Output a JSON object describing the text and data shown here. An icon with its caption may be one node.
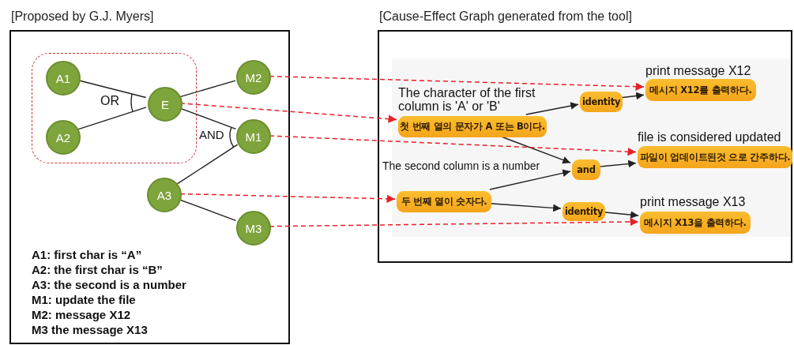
{
  "diagram": {
    "nodes": [
      {
        "text": [
          "[Proposed by G.J. Myers]"
        ]
      },
      {
        "text": [],
        "shape": "box",
        "in": 0
      },
      {
        "text": [
          "A1"
        ],
        "in": 1
      },
      {
        "text": [
          "A2"
        ],
        "in": 1
      },
      {
        "text": [
          "E"
        ],
        "in": 1
      },
      {
        "text": [
          "M2"
        ],
        "in": 0
      },
      {
        "text": [
          "M1"
        ],
        "in": 0
      },
      {
        "text": [
          "A3"
        ],
        "in": 0
      },
      {
        "text": [
          "M3"
        ],
        "in": 0
      },
      {
        "text": [
          "[Cause-Effect Graph generated from the tool]"
        ]
      },
      {
        "text": [
          "첫 번째 열의 문자가 A 또는 B이다."
        ],
        "beside": [
          "The character of the first column is 'A' or 'B'"
        ],
        "in": 9
      },
      {
        "text": [
          "두 번째 열이 숫자다."
        ],
        "beside": [
          "The second column is a number"
        ],
        "in": 9
      },
      {
        "text": [
          "identity"
        ],
        "in": 9
      },
      {
        "text": [
          "and"
        ],
        "in": 9
      },
      {
        "text": [
          "identity"
        ],
        "in": 9
      },
      {
        "text": [
          "메시지 X12를 출력하다."
        ],
        "beside": [
          "print message X12"
        ],
        "in": 9
      },
      {
        "text": [
          "파일이 업데이트된것 으로 간주하다."
        ],
        "beside": [
          "file is considered updated"
        ],
        "in": 9
      },
      {
        "text": [
          "메시지 X13을 출력하다."
        ],
        "beside": [
          "print message X13"
        ],
        "in": 9
      }
    ],
    "edges": [
      {
        "from": 2,
        "to": 4,
        "arrow": "none"
      },
      {
        "from": 3,
        "to": 4,
        "arrow": "none"
      },
      {
        "from": 4,
        "to": 5,
        "arrow": "none"
      },
      {
        "from": 4,
        "to": 6,
        "arrow": "none"
      },
      {
        "from": 7,
        "to": 6,
        "arrow": "none"
      },
      {
        "from": 7,
        "to": 8,
        "arrow": "none"
      },
      {
        "from": 10,
        "to": 12,
        "arrow": "to"
      },
      {
        "from": 10,
        "to": 13,
        "arrow": "to"
      },
      {
        "from": 11,
        "to": 13,
        "arrow": "to"
      },
      {
        "from": 11,
        "to": 14,
        "arrow": "to"
      },
      {
        "from": 12,
        "to": 15,
        "arrow": "to"
      },
      {
        "from": 13,
        "to": 16,
        "arrow": "to"
      },
      {
        "from": 14,
        "to": 17,
        "arrow": "to"
      },
      {
        "from": 5,
        "to": 15,
        "arrow": "to",
        "style": "dashed",
        "color": "#e8202a"
      },
      {
        "from": 4,
        "to": 10,
        "arrow": "to",
        "style": "dashed",
        "color": "#e8202a"
      },
      {
        "from": 6,
        "to": 16,
        "arrow": "to",
        "style": "dashed",
        "color": "#e8202a"
      },
      {
        "from": 7,
        "to": 11,
        "arrow": "to",
        "style": "dashed",
        "color": "#e8202a"
      },
      {
        "from": 8,
        "to": 17,
        "arrow": "to",
        "style": "dashed",
        "color": "#e8202a"
      }
    ],
    "labels": [
      "OR",
      "AND",
      "A1: first char is “A”",
      "A2: the first char is “B”",
      "A3: the second is a number",
      "M1: update the file",
      "M2: message X12",
      "M3 the message X13"
    ]
  }
}
